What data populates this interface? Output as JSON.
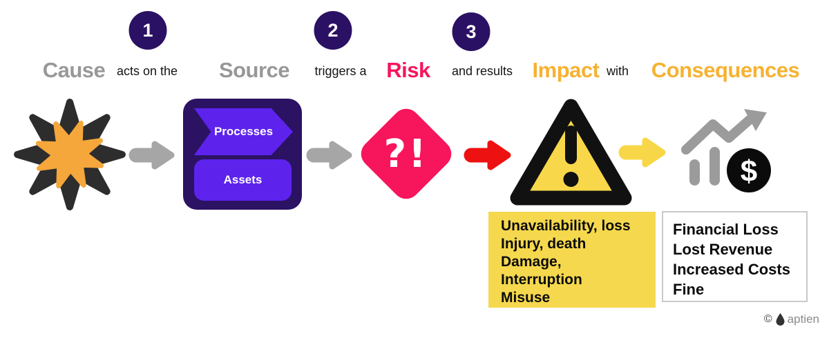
{
  "title_row": {
    "badge_1": "1",
    "badge_2": "2",
    "badge_3": "3",
    "cause": "Cause",
    "acts_on_the": "acts on the",
    "source": "Source",
    "triggers_a": "triggers a",
    "risk": "Risk",
    "and_results": "and results",
    "impact": "Impact",
    "with": "with",
    "consequences": "Consequences"
  },
  "flow": {
    "processes_label": "Processes",
    "assets_label": "Assets",
    "risk_glyph": "?!",
    "dollar_glyph": "$"
  },
  "impact_list": {
    "lines": [
      "Unavailability, loss",
      "Injury, death",
      "Damage,",
      "Interruption",
      "Misuse"
    ]
  },
  "consequence_list": {
    "lines": [
      "Financial Loss",
      "Lost Revenue",
      "Increased Costs",
      "Fine"
    ]
  },
  "footer": {
    "copyright": "©",
    "brand": "aptien"
  },
  "colors": {
    "keyword_gray": "#98989a",
    "risk_pink": "#f7155c",
    "impact_orange": "#f6b231",
    "badge_indigo": "#2b1164",
    "source_box_dark": "#2b1263",
    "source_violet": "#5d23ed",
    "starburst_dark": "#2d2d2d",
    "starburst_orange": "#f5a73b",
    "warning_yellow": "#f8d84a",
    "note_yellow": "#f5d84d",
    "arrow_gray": "#a6a6a6",
    "arrow_red": "#ee1111",
    "chart_gray": "#9b9b9b"
  }
}
